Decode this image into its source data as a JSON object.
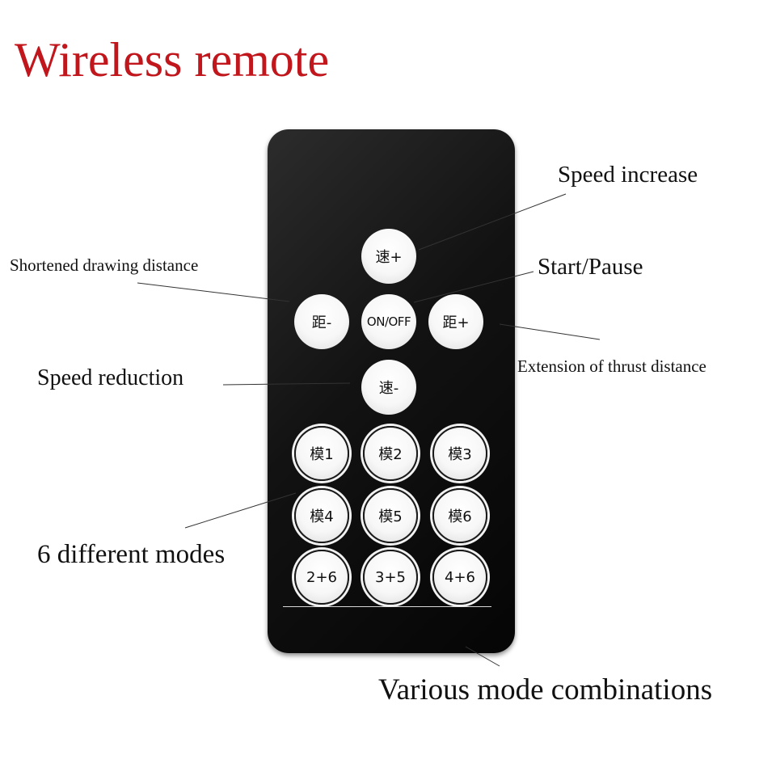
{
  "title": "Wireless remote",
  "remote": {
    "buttons": {
      "speed_up": "速+",
      "dist_down": "距-",
      "on_off": "ON/OFF",
      "dist_up": "距+",
      "speed_down": "速-",
      "mode1": "模1",
      "mode2": "模2",
      "mode3": "模3",
      "mode4": "模4",
      "mode5": "模5",
      "mode6": "模6",
      "combo_2_6": "2+6",
      "combo_3_5": "3+5",
      "combo_4_6": "4+6"
    }
  },
  "callouts": {
    "speed_increase": "Speed increase",
    "start_pause": "Start/Pause",
    "shortened_drawing": "Shortened drawing distance",
    "extension_thrust": "Extension of thrust distance",
    "speed_reduction": "Speed reduction",
    "six_modes": "6 different modes",
    "various_combinations": "Various mode combinations"
  }
}
